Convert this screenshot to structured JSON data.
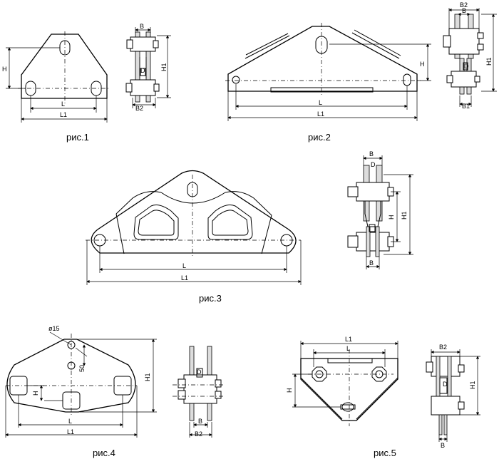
{
  "captions": {
    "f1": "рис.1",
    "f2": "рис.2",
    "f3": "рис.3",
    "f4": "рис.4",
    "f5": "рис.5"
  },
  "dims": {
    "H": "H",
    "H1": "H1",
    "L": "L",
    "L1": "L1",
    "B": "B",
    "B1": "B1",
    "B2": "B2",
    "D": "D",
    "phi": "ø15",
    "fifty": "50"
  }
}
